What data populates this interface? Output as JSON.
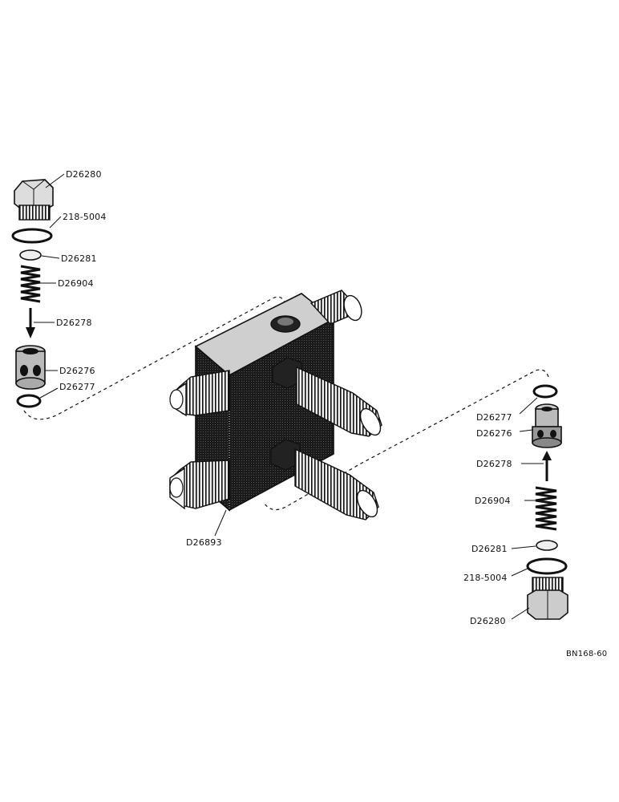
{
  "labels": {
    "left_plug": "D26280",
    "left_oring": "218-5004",
    "left_disc": "D26281",
    "left_spring": "D26904",
    "left_pin": "D26278",
    "left_seat": "D26276",
    "left_ring": "D26277",
    "body": "D26893",
    "right_ring": "D26277",
    "right_seat": "D26276",
    "right_pin": "D26278",
    "right_spring": "D26904",
    "right_disc": "D26281",
    "right_oring": "218-5004",
    "right_plug": "D26280",
    "figure_code": "BN168-60"
  }
}
